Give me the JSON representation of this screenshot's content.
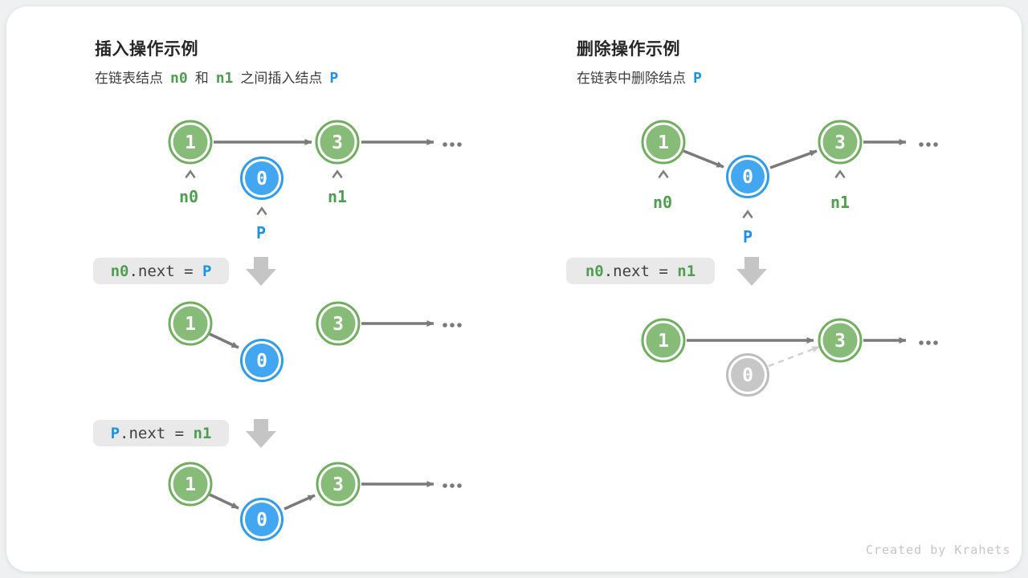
{
  "left_panel": {
    "title": "插入操作示例",
    "subtitle": {
      "t1": "在链表结点",
      "n0": "n0",
      "t2": "和",
      "n1": "n1",
      "t3": "之间插入结点",
      "p": "P"
    },
    "code1": {
      "lhs": "n0",
      "mid": ".next = ",
      "rhs": "P"
    },
    "code2": {
      "lhs": "P",
      "mid": ".next = ",
      "rhs": "n1"
    }
  },
  "right_panel": {
    "title": "删除操作示例",
    "subtitle": {
      "t1": "在链表中删除结点",
      "p": "P"
    },
    "code1": {
      "lhs": "n0",
      "mid": ".next = ",
      "rhs": "n1"
    }
  },
  "nodes": [
    {
      "v": "1"
    },
    {
      "v": "0"
    },
    {
      "v": "3"
    },
    {
      "v": "1"
    },
    {
      "v": "0"
    },
    {
      "v": "3"
    },
    {
      "v": "1"
    },
    {
      "v": "0"
    },
    {
      "v": "3"
    },
    {
      "v": "1"
    },
    {
      "v": "0"
    },
    {
      "v": "3"
    },
    {
      "v": "1"
    },
    {
      "v": "0"
    },
    {
      "v": "3"
    }
  ],
  "pointer_labels": [
    {
      "t": "n0"
    },
    {
      "t": "P"
    },
    {
      "t": "n1"
    },
    {
      "t": "n0"
    },
    {
      "t": "P"
    },
    {
      "t": "n1"
    }
  ],
  "misc": {
    "ellipsis": "...",
    "watermark": "Created by Krahets"
  },
  "colors": {
    "node_green_fill": "#87BC78",
    "node_green_stroke": "#6FAE5D",
    "node_blue_fill": "#43A6F0",
    "node_blue_stroke": "#2D9CEC",
    "node_gray_fill": "#C7C7C7",
    "node_gray_stroke": "#BDBDBD",
    "arrow_gray": "#7A7A7A",
    "dashed_gray": "#CFCFCF",
    "block_arrow_gray": "#C5C5C5",
    "label_green": "#4E9E50",
    "label_blue": "#1B93E8",
    "code_bg": "#E9E9E9",
    "card_bg": "#FFFFFF"
  }
}
